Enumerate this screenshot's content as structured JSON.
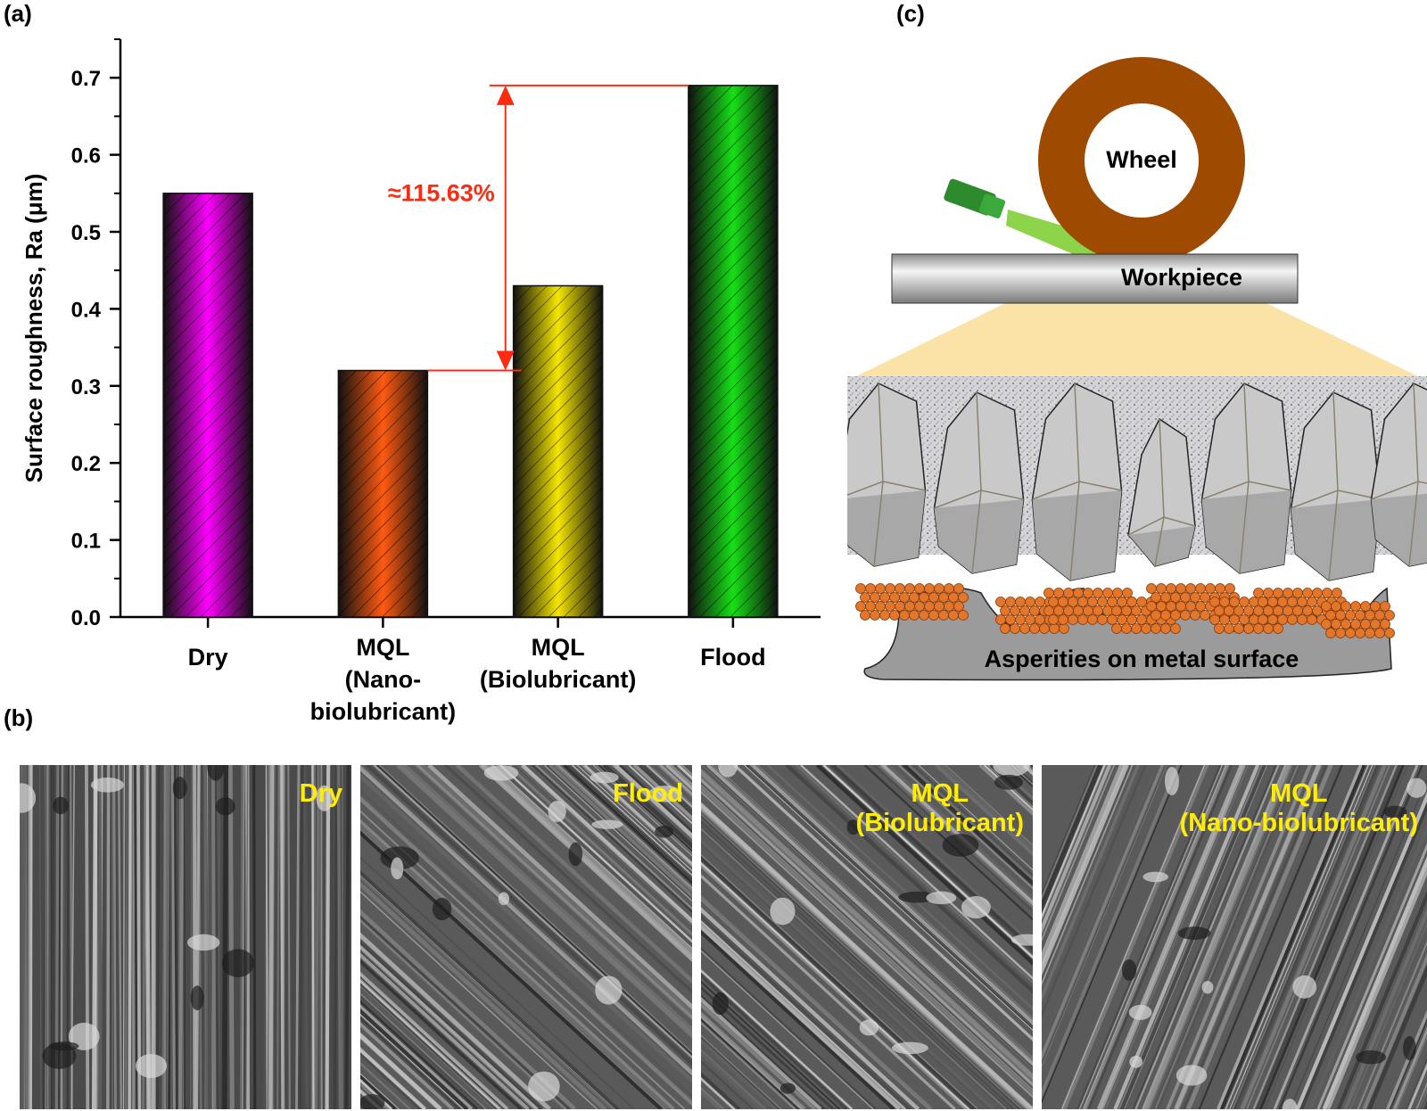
{
  "panels": {
    "a": "(a)",
    "b": "(b)",
    "c": "(c)"
  },
  "chart_data": {
    "type": "bar",
    "categories": [
      "Dry",
      "MQL\n(Nano-\nbiolubricant)",
      "MQL\n(Biolubricant)",
      "Flood"
    ],
    "values": [
      0.55,
      0.32,
      0.43,
      0.69
    ],
    "colors": [
      "#ff00ff",
      "#ff5a10",
      "#f5e600",
      "#16e016"
    ],
    "ylabel": "Surface roughness, Ra (μm)",
    "ylim": [
      0.0,
      0.75
    ],
    "yticks": [
      "0.0",
      "0.1",
      "0.2",
      "0.3",
      "0.4",
      "0.5",
      "0.6",
      "0.7"
    ],
    "annotation": {
      "text": "≈115.63%",
      "from": 0.32,
      "to": 0.69,
      "color": "#ff2b10"
    },
    "grid": false
  },
  "diagram": {
    "wheel_label": "Wheel",
    "workpiece_label": "Workpiece",
    "surface_label": "Asperities on metal surface"
  },
  "sem_images": [
    {
      "label": "Dry",
      "pattern": "vertical"
    },
    {
      "label": "Flood",
      "pattern": "diagonal"
    },
    {
      "label": "MQL\n(Biolubricant)",
      "pattern": "diagonal"
    },
    {
      "label": "MQL\n(Nano-biolubricant)",
      "pattern": "steep"
    }
  ]
}
